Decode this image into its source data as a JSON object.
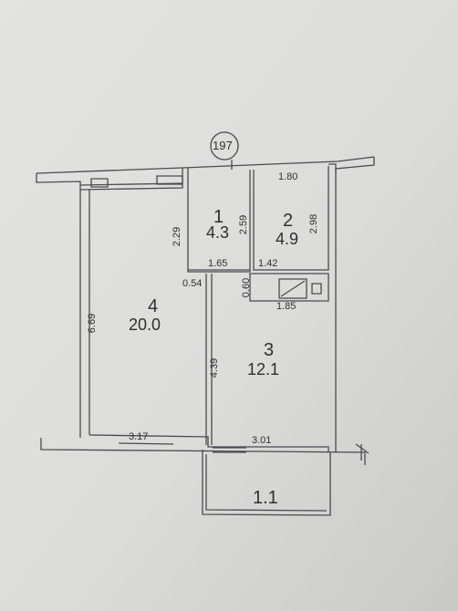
{
  "plan": {
    "marker": "197",
    "rooms": [
      {
        "number": "1",
        "area": "4.3"
      },
      {
        "number": "2",
        "area": "4.9"
      },
      {
        "number": "3",
        "area": "12.1"
      },
      {
        "number": "4",
        "area": "20.0"
      }
    ],
    "balcony_area": "1.1",
    "dimensions": {
      "d_180": "1.80",
      "d_229": "2.29",
      "d_259": "2.59",
      "d_298": "2.98",
      "d_165": "1.65",
      "d_142": "1.42",
      "d_054": "0.54",
      "d_060": "0.60",
      "d_185": "1.85",
      "d_669": "6.69",
      "d_439": "4.39",
      "d_317": "3.17",
      "d_301": "3.01"
    }
  }
}
